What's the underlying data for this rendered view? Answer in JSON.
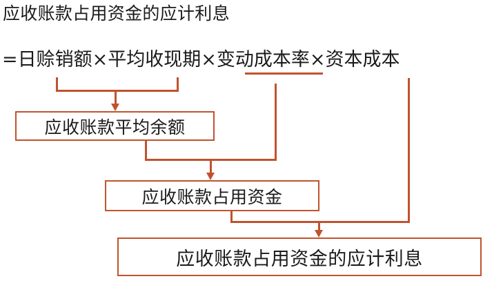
{
  "diagram": {
    "title": "应收账款占用资金的应计利息",
    "formula": {
      "full_text": "=日赊销额×平均收现期×变动成本率×资本成本",
      "terms": [
        "日赊销额",
        "平均收现期",
        "变动成本率",
        "资本成本"
      ],
      "operator": "×",
      "equals_sign": "=",
      "underlined_term": "变动成本率"
    },
    "boxes": [
      {
        "id": "avg-balance",
        "label": "应收账款平均余额"
      },
      {
        "id": "occupied-funds",
        "label": "应收账款占用资金"
      },
      {
        "id": "accrued-interest",
        "label": "应收账款占用资金的应计利息"
      }
    ],
    "connectors": [
      {
        "from": [
          "日赊销额",
          "平均收现期"
        ],
        "to": "应收账款平均余额"
      },
      {
        "from": [
          "应收账款平均余额",
          "变动成本率"
        ],
        "to": "应收账款占用资金"
      },
      {
        "from": [
          "应收账款占用资金",
          "资本成本"
        ],
        "to": "应收账款占用资金的应计利息"
      }
    ],
    "colors": {
      "accent": "#c0522d",
      "text": "#1a1a1a",
      "background": "#ffffff"
    }
  }
}
